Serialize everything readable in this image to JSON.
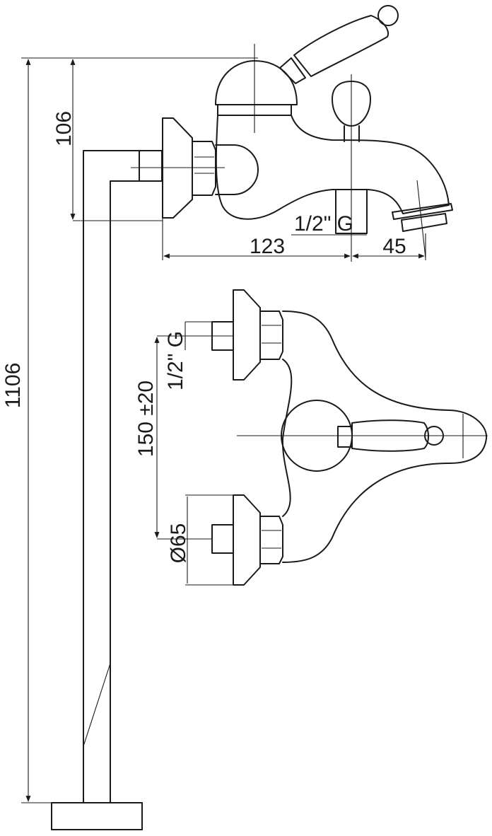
{
  "drawing": {
    "labels": {
      "total_height": "1106",
      "upper_height": "106",
      "spout_length": "123",
      "spout_tip": "45",
      "outlet_thread_top": "1/2\" G",
      "inlet_thread_front": "1/2\" G",
      "inlet_spacing": "150 ±20",
      "escutcheon_diameter": "Ø65"
    }
  }
}
